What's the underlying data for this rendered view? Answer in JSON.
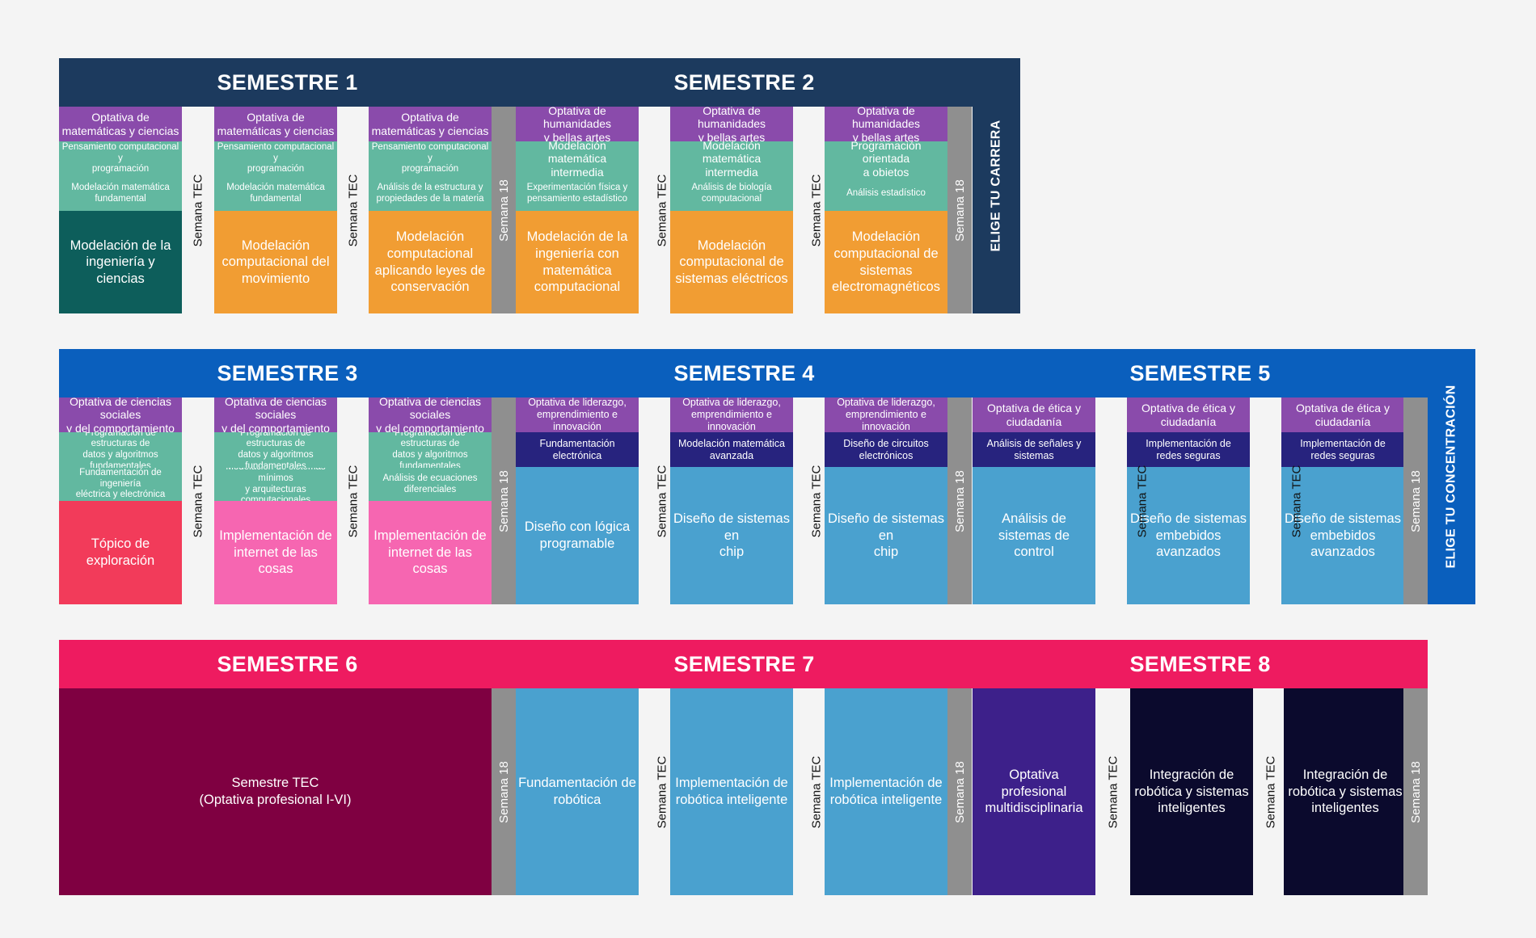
{
  "colors": {
    "row1_header": "#1c3a5e",
    "row2_header": "#0a5fbd",
    "row3_header": "#ee1b60",
    "purple": "#8a4bab",
    "green": "#62b8a0",
    "dark_teal": "#0d5e5b",
    "orange": "#f19d33",
    "red": "#f23b5a",
    "pink": "#f666b1",
    "navy": "#27237e",
    "light_blue": "#4aa1cf",
    "maroon": "#7f0041",
    "violet": "#3d208a",
    "black_navy": "#0b0a2d",
    "gray_strip": "#8f8f8f"
  },
  "labels": {
    "semana_tec": "Semana TEC",
    "semana_18": "Semana 18"
  },
  "sidebars": {
    "row1": "ELIGE TU CARRERA",
    "row2": "ELIGE TU CONCENTRACIÓN"
  },
  "semesters": {
    "s1": "SEMESTRE 1",
    "s2": "SEMESTRE 2",
    "s3": "SEMESTRE 3",
    "s4": "SEMESTRE 4",
    "s5": "SEMESTRE 5",
    "s6": "SEMESTRE 6",
    "s7": "SEMESTRE 7",
    "s8": "SEMESTRE 8"
  },
  "row1": {
    "b1": [
      "Optativa de\nmatemáticas y ciencias",
      "Pensamiento computacional y\nprogramación",
      "Modelación matemática\nfundamental",
      "Modelación de la\ningeniería y ciencias"
    ],
    "b2": [
      "Optativa de\nmatemáticas y ciencias",
      "Pensamiento computacional y\nprogramación",
      "Modelación matemática\nfundamental",
      "Modelación\ncomputacional del\nmovimiento"
    ],
    "b3": [
      "Optativa de\nmatemáticas y ciencias",
      "Pensamiento computacional y\nprogramación",
      "Análisis de la estructura y\npropiedades de la materia",
      "Modelación\ncomputacional\naplicando leyes de\nconservación"
    ],
    "b4": [
      "Optativa de humanidades\ny bellas artes",
      "Modelación matemática\nintermedia",
      "Experimentación física y\npensamiento estadístico",
      "Modelación de la\ningeniería con\nmatemática\ncomputacional"
    ],
    "b5": [
      "Optativa de humanidades\ny bellas artes",
      "Modelación matemática\nintermedia",
      "Análisis de biología\ncomputacional",
      "Modelación\ncomputacional de\nsistemas eléctricos"
    ],
    "b6": [
      "Optativa de humanidades\ny bellas artes",
      "Programación orientada\na objetos",
      "Análisis estadístico",
      "Modelación\ncomputacional de\nsistemas\nelectromagnéticos"
    ]
  },
  "row2": {
    "b1": [
      "Optativa de ciencias sociales\ny del comportamiento",
      "Programación de estructuras de\ndatos y algoritmos\nfundamentales",
      "Fundamentación de ingeniería\neléctrica y electrónica",
      "Tópico de\nexploración"
    ],
    "b2": [
      "Optativa de ciencias sociales\ny del comportamiento",
      "Programación de estructuras de\ndatos y algoritmos\nfundamentales",
      "Modelación de sistemas mínimos\ny arquitecturas computacionales",
      "Implementación de\ninternet de las cosas"
    ],
    "b3": [
      "Optativa de ciencias sociales\ny del comportamiento",
      "Programación de estructuras de\ndatos y algoritmos\nfundamentales",
      "Análisis de ecuaciones\ndiferenciales",
      "Implementación de\ninternet de las cosas"
    ],
    "b4": [
      "Optativa de liderazgo,\nemprendimiento e\ninnovación",
      "Fundamentación\nelectrónica",
      "Diseño con lógica\nprogramable"
    ],
    "b5": [
      "Optativa de liderazgo,\nemprendimiento e\ninnovación",
      "Modelación matemática\navanzada",
      "Diseño de sistemas en\nchip"
    ],
    "b6": [
      "Optativa de liderazgo,\nemprendimiento e\ninnovación",
      "Diseño de circuitos\nelectrónicos",
      "Diseño de sistemas en\nchip"
    ],
    "b7": [
      "Optativa de ética y\nciudadanía",
      "Análisis de señales y\nsistemas",
      "Análisis de sistemas de\ncontrol"
    ],
    "b8": [
      "Optativa de ética y\nciudadanía",
      "Implementación de\nredes seguras",
      "Diseño de sistemas\nembebidos avanzados"
    ],
    "b9": [
      "Optativa de ética y\nciudadanía",
      "Implementación de\nredes seguras",
      "Diseño de sistemas\nembebidos avanzados"
    ]
  },
  "row3": {
    "s6_block": "Semestre TEC\n(Optativa profesional I-VI)",
    "b4": "Fundamentación de\nrobótica",
    "b5": "Implementación de\nrobótica inteligente",
    "b6": "Implementación de\nrobótica inteligente",
    "b7": "Optativa\nprofesional\nmultidisciplinaria",
    "b8": "Integración de\nrobótica y sistemas\ninteligentes",
    "b9": "Integración de\nrobótica y sistemas\ninteligentes"
  }
}
